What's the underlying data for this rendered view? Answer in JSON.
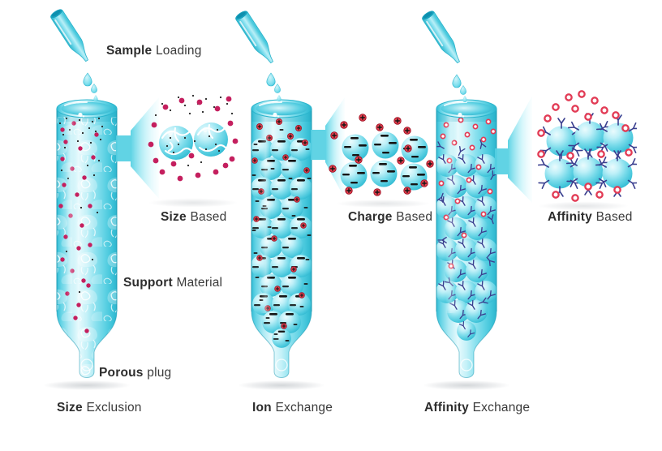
{
  "diagram": {
    "annotations": {
      "sample_loading": {
        "bold": "Sample",
        "rest": "Loading"
      },
      "support_material": {
        "bold": "Support",
        "rest": "Material"
      },
      "porous_plug": {
        "bold": "Porous",
        "rest": "plug"
      }
    },
    "columns": [
      {
        "id": "size-exclusion",
        "detail": {
          "bold": "Size",
          "rest": "Based"
        },
        "caption": {
          "bold": "Size",
          "rest": "Exclusion"
        }
      },
      {
        "id": "ion-exchange",
        "detail": {
          "bold": "Charge",
          "rest": "Based"
        },
        "caption": {
          "bold": "Ion",
          "rest": "Exchange"
        }
      },
      {
        "id": "affinity-exchange",
        "detail": {
          "bold": "Affinity",
          "rest": "Based"
        },
        "caption": {
          "bold": "Affinity",
          "rest": "Exchange"
        }
      }
    ],
    "colors": {
      "column_cyan": "#63d3e5",
      "column_deep_cyan": "#2db4cc",
      "bead_cyan": "#7adbea",
      "glass_highlight": "#e7fafd",
      "sample_red": "#c41f5e",
      "ion_plus_red": "#e8404f",
      "minus_black": "#151515",
      "antibody_navy": "#3a3f8f",
      "ligand_pink": "#e23b55",
      "label_text": "#2d2d2d"
    }
  }
}
